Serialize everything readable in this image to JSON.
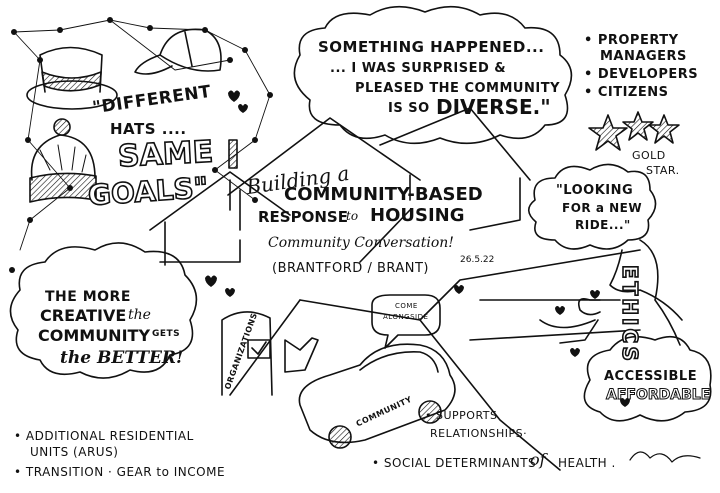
{
  "hats_quote": {
    "line1": "\"DIFFERENT",
    "line2": "HATS ....",
    "line3": "SAME",
    "line4": "GOALS\""
  },
  "cloud_top": {
    "line1": "SOMETHING HAPPENED...",
    "line2": "... I WAS SURPRISED &",
    "line3": "PLEASED THE COMMUNITY",
    "line4": "IS SO",
    "line5": "DIVERSE.\""
  },
  "stakeholders": {
    "items": [
      "• PROPERTY",
      "MANAGERS",
      "• DEVELOPERS",
      "• CITIZENS"
    ]
  },
  "gold_star": {
    "line1": "GOLD",
    "line2": "STAR."
  },
  "title": {
    "line1": "Building a",
    "line2": "COMMUNITY-BASED",
    "line3": "RESPONSE",
    "line3b": "to",
    "line3c": "HOUSING",
    "line4": "Community Conversation!",
    "date": "26.5.22",
    "location": "(BRANTFORD / BRANT)"
  },
  "ride_cloud": {
    "line1": "\"LOOKING",
    "line2": "FOR a NEW",
    "line3": "RIDE...\""
  },
  "ethics": "ETHICS",
  "creative_cloud": {
    "line1": "THE MORE",
    "line2": "CREATIVE",
    "line2b": "the",
    "line3": "COMMUNITY",
    "line3b": "GETS",
    "line4": "the BETTER!"
  },
  "organizations": "ORGANIZATIONS",
  "come_alongside": {
    "line1": "COME",
    "line2": "ALONGSIDE"
  },
  "car_label": "COMMUNITY",
  "accessible": {
    "line1": "ACCESSIBLE",
    "line2": "AFFORDABLE"
  },
  "bottom_notes": {
    "arus1": "• ADDITIONAL RESIDENTIAL",
    "arus2": "UNITS (ARUS)",
    "transition": "• TRANSITION · GEAR to INCOME",
    "supports1": "• SUPPORTS",
    "supports2": "RELATIONSHIPS·",
    "sdoh": "• SOCIAL DETERMINANTS",
    "sdoh_of": "of",
    "sdoh_health": "HEALTH ."
  }
}
